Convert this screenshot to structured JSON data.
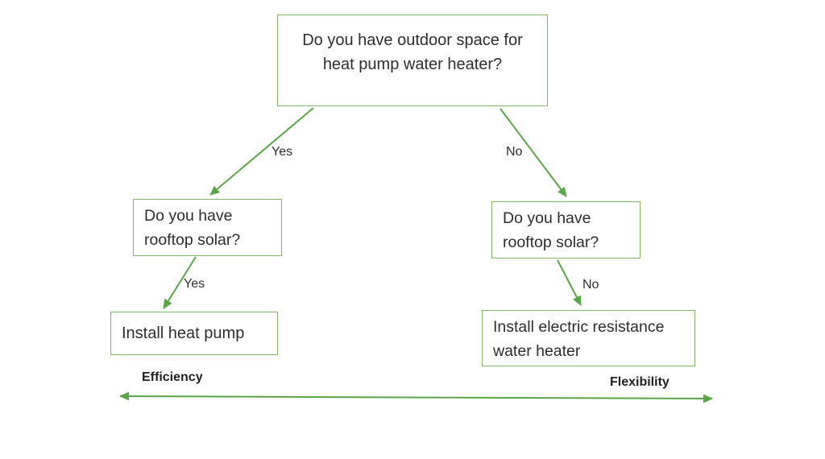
{
  "diagram": {
    "nodes": {
      "root": {
        "lines": [
          "Do you have outdoor space for",
          "heat pump water heater?"
        ]
      },
      "left_question": {
        "lines": [
          "Do you have",
          "rooftop solar?"
        ]
      },
      "right_question": {
        "lines": [
          "Do you have",
          "rooftop solar?"
        ]
      },
      "left_result": {
        "lines": [
          "Install heat pump"
        ]
      },
      "right_result": {
        "lines": [
          "Install electric resistance",
          "water heater"
        ]
      }
    },
    "edge_labels": {
      "root_to_left": "Yes",
      "root_to_right": "No",
      "left_to_result": "Yes",
      "right_to_result": "No"
    },
    "axis": {
      "left": "Efficiency",
      "right": "Flexibility"
    },
    "colors": {
      "box_border": "#84b465",
      "arrow": "#5aa547",
      "text": "#2d2d2d",
      "background": "#ffffff"
    }
  }
}
